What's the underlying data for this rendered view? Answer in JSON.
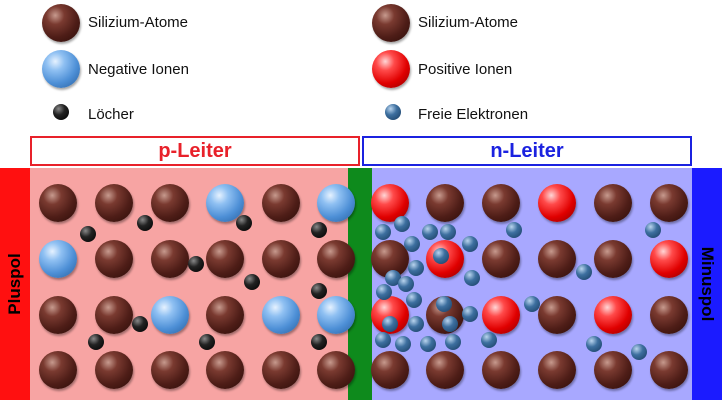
{
  "legend": {
    "left": [
      {
        "label": "Silizium-Atome",
        "kind": "atom"
      },
      {
        "label": "Negative Ionen",
        "kind": "neg"
      },
      {
        "label": "Löcher",
        "kind": "hole"
      }
    ],
    "right": [
      {
        "label": "Silizium-Atome",
        "kind": "atom"
      },
      {
        "label": "Positive Ionen",
        "kind": "pos"
      },
      {
        "label": "Freie Elektronen",
        "kind": "el"
      }
    ]
  },
  "regions": {
    "p_label": "p-Leiter",
    "n_label": "n-Leiter"
  },
  "poles": {
    "plus": "Pluspol",
    "minus": "Minuspol"
  },
  "colors": {
    "p_region": "#f7a4a3",
    "n_region": "#a8a8ff",
    "junction": "#0e8a1c",
    "plus_pole": "#ff1010",
    "minus_pole": "#1b1bff"
  }
}
